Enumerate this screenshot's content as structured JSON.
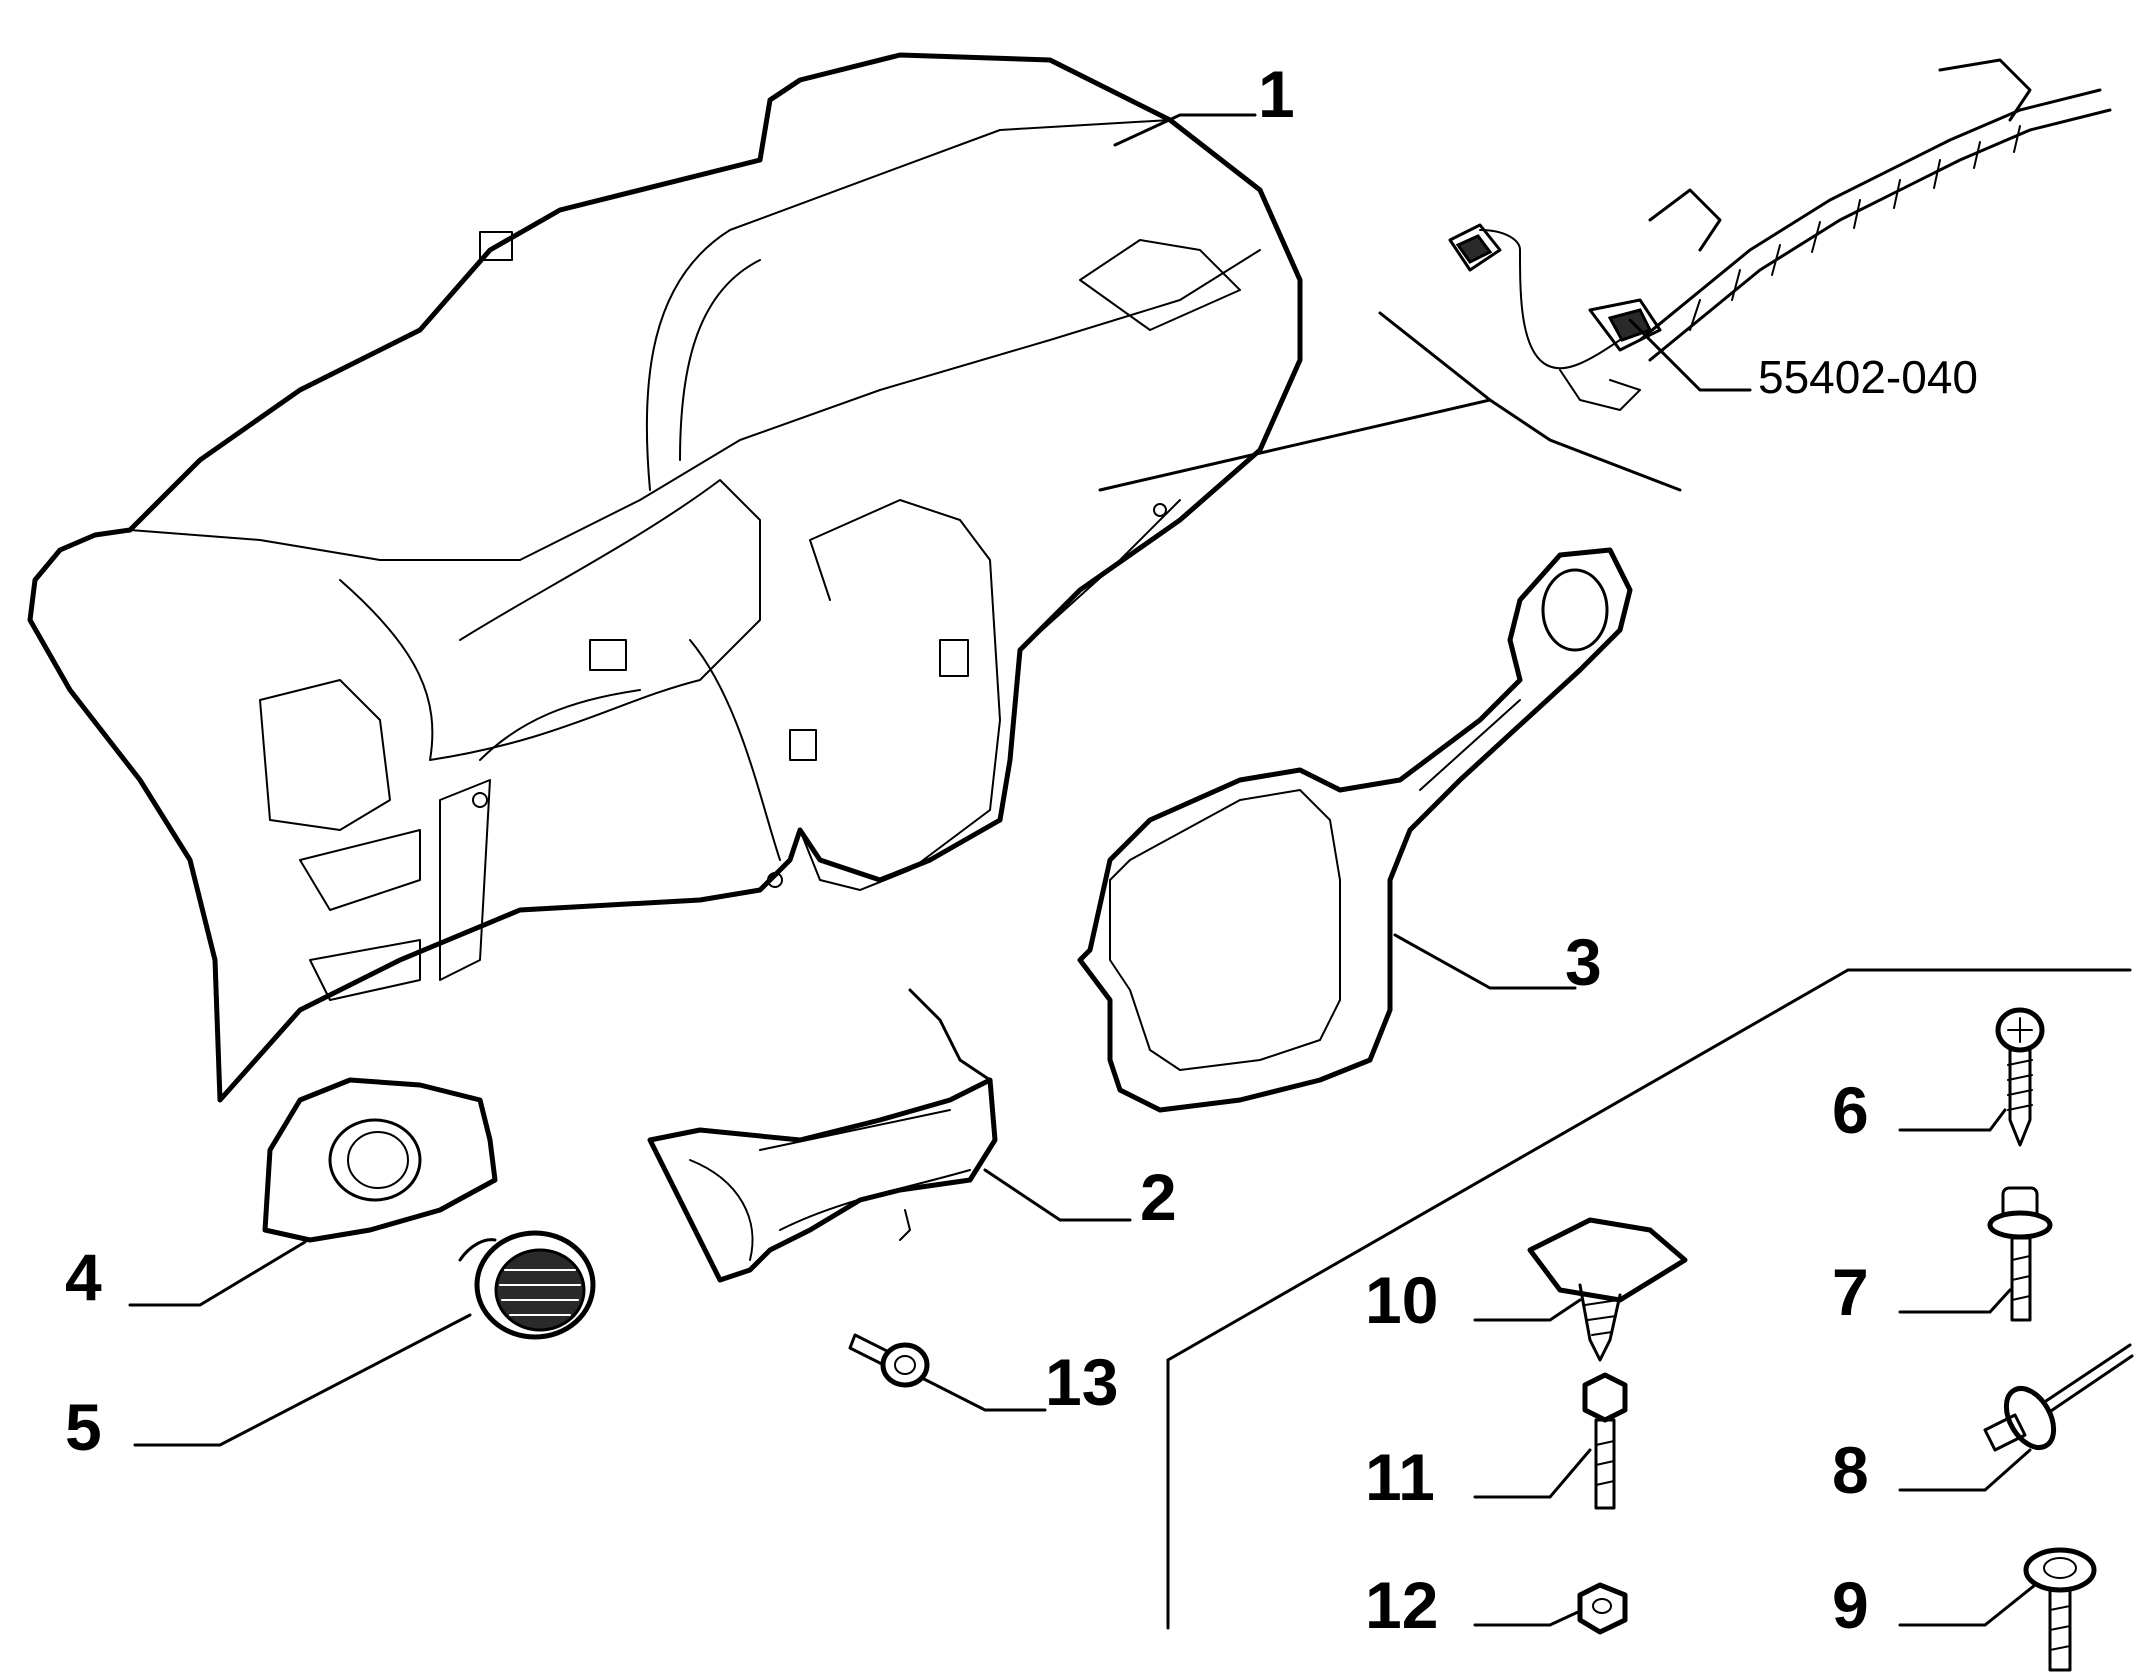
{
  "callouts": {
    "c1": "1",
    "c2": "2",
    "c3": "3",
    "c4": "4",
    "c5": "5",
    "c6": "6",
    "c7": "7",
    "c8": "8",
    "c9": "9",
    "c10": "10",
    "c11": "11",
    "c12": "12",
    "c13": "13",
    "harness_code": "55402-040"
  },
  "colors": {
    "line": "#000000",
    "background": "#ffffff"
  }
}
